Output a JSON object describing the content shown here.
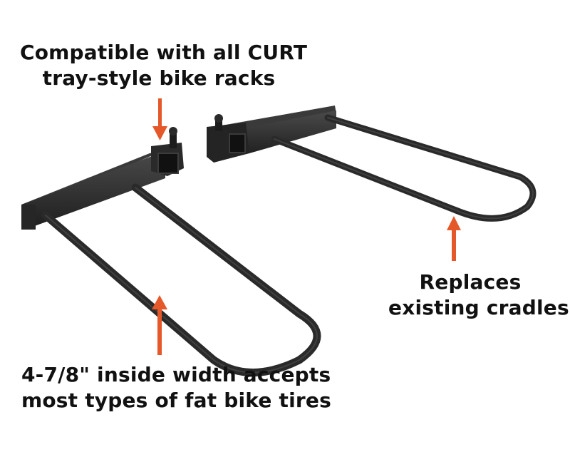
{
  "product_image": {
    "alt": "Bike rack tray extension cradles with callouts",
    "accent_color": "#e5582a",
    "metal_color": "#2b2b2b"
  },
  "callouts": {
    "compatibility": {
      "line1": "Compatible with all CURT",
      "line2": "tray-style bike racks"
    },
    "replaces": {
      "line1": "Replaces",
      "line2": "existing cradles"
    },
    "width": {
      "line1": "4-7/8\" inside width accepts",
      "line2": "most types of fat bike tires"
    }
  },
  "icons": {
    "arrow_down": "arrow-down-icon",
    "arrow_up_left": "arrow-up-icon",
    "arrow_up_right": "arrow-up-icon"
  }
}
